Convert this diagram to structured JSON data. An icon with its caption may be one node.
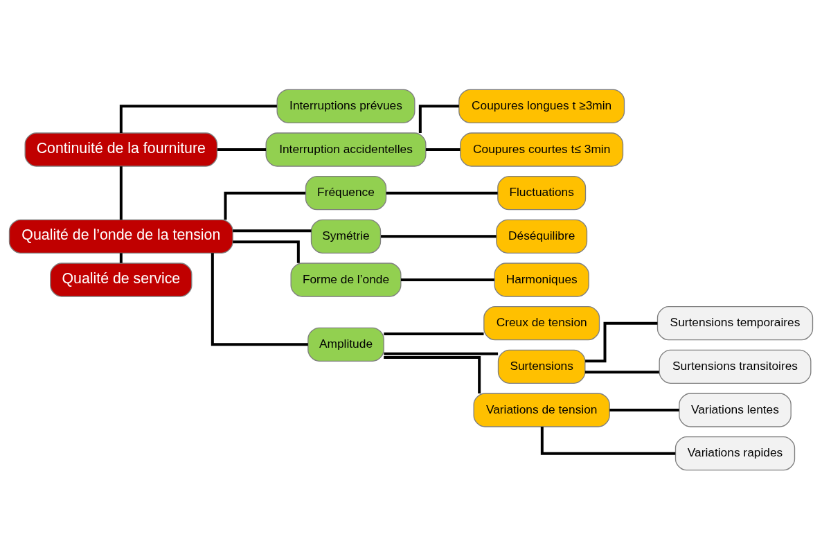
{
  "diagram": {
    "nodes": [
      {
        "text": [
          "Continuité de la fourniture"
        ]
      },
      {
        "text": [
          "Interruptions prévues"
        ]
      },
      {
        "text": [
          "Interruption accidentelles"
        ]
      },
      {
        "text": [
          "Coupures longues t ≥3min"
        ]
      },
      {
        "text": [
          "Coupures courtes t≤ 3min"
        ]
      },
      {
        "text": [
          "Qualité de l’onde de la tension"
        ]
      },
      {
        "text": [
          "Fréquence"
        ]
      },
      {
        "text": [
          "Fluctuations"
        ]
      },
      {
        "text": [
          "Symétrie"
        ]
      },
      {
        "text": [
          "Déséquilibre"
        ]
      },
      {
        "text": [
          "Forme de l’onde"
        ]
      },
      {
        "text": [
          "Harmoniques"
        ]
      },
      {
        "text": [
          "Amplitude"
        ]
      },
      {
        "text": [
          "Creux de tension"
        ]
      },
      {
        "text": [
          "Surtensions"
        ]
      },
      {
        "text": [
          "Surtensions temporaires"
        ]
      },
      {
        "text": [
          "Surtensions transitoires"
        ]
      },
      {
        "text": [
          "Variations de tension"
        ]
      },
      {
        "text": [
          "Variations lentes"
        ]
      },
      {
        "text": [
          "Variations rapides"
        ]
      },
      {
        "text": [
          "Qualité de service"
        ]
      }
    ],
    "edges": [
      {
        "from": 0,
        "to": 5,
        "arrow": "none"
      },
      {
        "from": 5,
        "to": 20,
        "arrow": "none"
      },
      {
        "from": 0,
        "to": 1,
        "arrow": "none"
      },
      {
        "from": 0,
        "to": 2,
        "arrow": "none"
      },
      {
        "from": 2,
        "to": 3,
        "arrow": "none"
      },
      {
        "from": 2,
        "to": 4,
        "arrow": "none"
      },
      {
        "from": 5,
        "to": 6,
        "arrow": "none"
      },
      {
        "from": 6,
        "to": 7,
        "arrow": "none"
      },
      {
        "from": 5,
        "to": 8,
        "arrow": "none"
      },
      {
        "from": 8,
        "to": 9,
        "arrow": "none"
      },
      {
        "from": 5,
        "to": 10,
        "arrow": "none"
      },
      {
        "from": 10,
        "to": 11,
        "arrow": "none"
      },
      {
        "from": 5,
        "to": 12,
        "arrow": "none"
      },
      {
        "from": 12,
        "to": 13,
        "arrow": "none"
      },
      {
        "from": 12,
        "to": 14,
        "arrow": "none"
      },
      {
        "from": 14,
        "to": 15,
        "arrow": "none"
      },
      {
        "from": 14,
        "to": 16,
        "arrow": "none"
      },
      {
        "from": 12,
        "to": 17,
        "arrow": "none"
      },
      {
        "from": 17,
        "to": 18,
        "arrow": "none"
      },
      {
        "from": 17,
        "to": 19,
        "arrow": "none"
      }
    ]
  }
}
